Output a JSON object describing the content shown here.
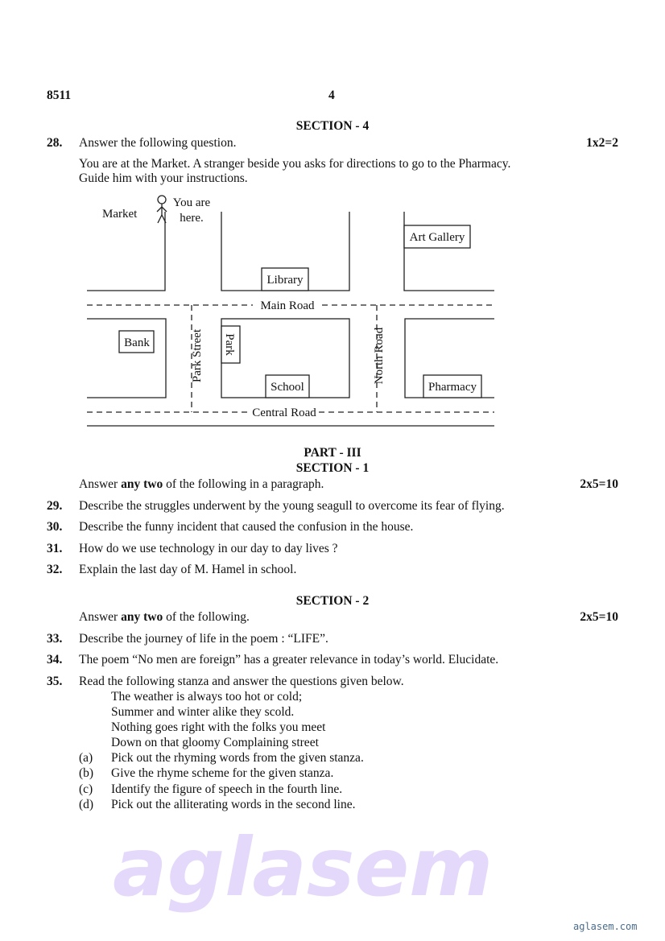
{
  "header": {
    "code": "8511",
    "page": "4"
  },
  "watermark": "aglasem",
  "section4": {
    "title": "SECTION - 4",
    "q28": {
      "num": "28.",
      "text": "Answer the following question.",
      "marks": "1x2=2",
      "line1": "You are at the Market.  A stranger beside you asks for directions to go to the Pharmacy.",
      "line2": "Guide him with your instructions."
    },
    "map": {
      "market": "Market",
      "you_are": "You are",
      "here": "here.",
      "library": "Library",
      "art_gallery": "Art Gallery",
      "main_road": "Main Road",
      "bank": "Bank",
      "park_street": "Park Street",
      "park": "Park",
      "school": "School",
      "north_road": "North Road",
      "pharmacy": "Pharmacy",
      "central_road": "Central Road"
    }
  },
  "part3": {
    "title": "PART - III",
    "s1": {
      "title": "SECTION - 1",
      "instr_pre": "Answer ",
      "instr_bold": "any two",
      "instr_post": " of the following in a paragraph.",
      "marks": "2x5=10",
      "questions": [
        {
          "num": "29.",
          "text": "Describe the struggles underwent by the young seagull to overcome its fear of flying."
        },
        {
          "num": "30.",
          "text": "Describe the funny incident that caused the confusion in the house."
        },
        {
          "num": "31.",
          "text": "How do we use technology in our day to day lives ?"
        },
        {
          "num": "32.",
          "text": "Explain the last day of M. Hamel in school."
        }
      ]
    },
    "s2": {
      "title": "SECTION - 2",
      "instr_pre": "Answer ",
      "instr_bold": "any two",
      "instr_post": " of the following.",
      "marks": "2x5=10",
      "questions": [
        {
          "num": "33.",
          "text": "Describe the journey of life in the poem : “LIFE”."
        },
        {
          "num": "34.",
          "text": "The poem “No men are foreign” has a greater relevance in today’s world.  Elucidate."
        },
        {
          "num": "35.",
          "text": "Read the following stanza and answer the questions given below."
        }
      ],
      "stanza": [
        "The weather is always too hot or cold;",
        "Summer and winter alike they scold.",
        "Nothing goes right with the folks you meet",
        "Down on that gloomy Complaining street"
      ],
      "subs": [
        {
          "label": "(a)",
          "text": "Pick out the rhyming words from the given stanza."
        },
        {
          "label": "(b)",
          "text": "Give the rhyme scheme for the given stanza."
        },
        {
          "label": "(c)",
          "text": "Identify the figure of speech in the fourth line."
        },
        {
          "label": "(d)",
          "text": "Pick out the alliterating words in the second line."
        }
      ]
    }
  },
  "footer": "aglasem.com"
}
